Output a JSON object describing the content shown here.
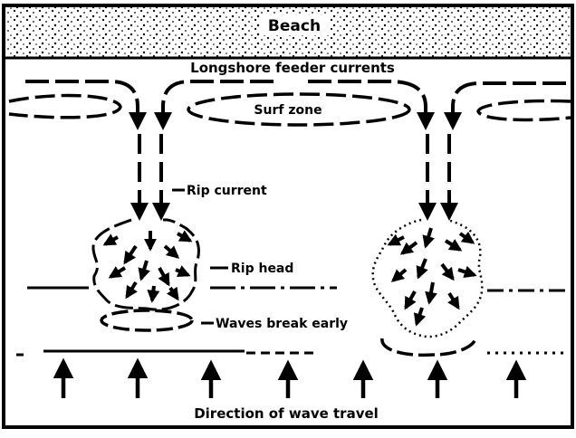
{
  "labels": {
    "beach": "Beach",
    "longshore": "Longshore feeder currents",
    "surf_zone": "Surf zone",
    "rip_current": "Rip current",
    "rip_head": "Rip head",
    "waves_break_early": "Waves break early",
    "wave_direction": "Direction of wave travel"
  },
  "colors": {
    "ink": "#000000",
    "paper": "#ffffff"
  }
}
